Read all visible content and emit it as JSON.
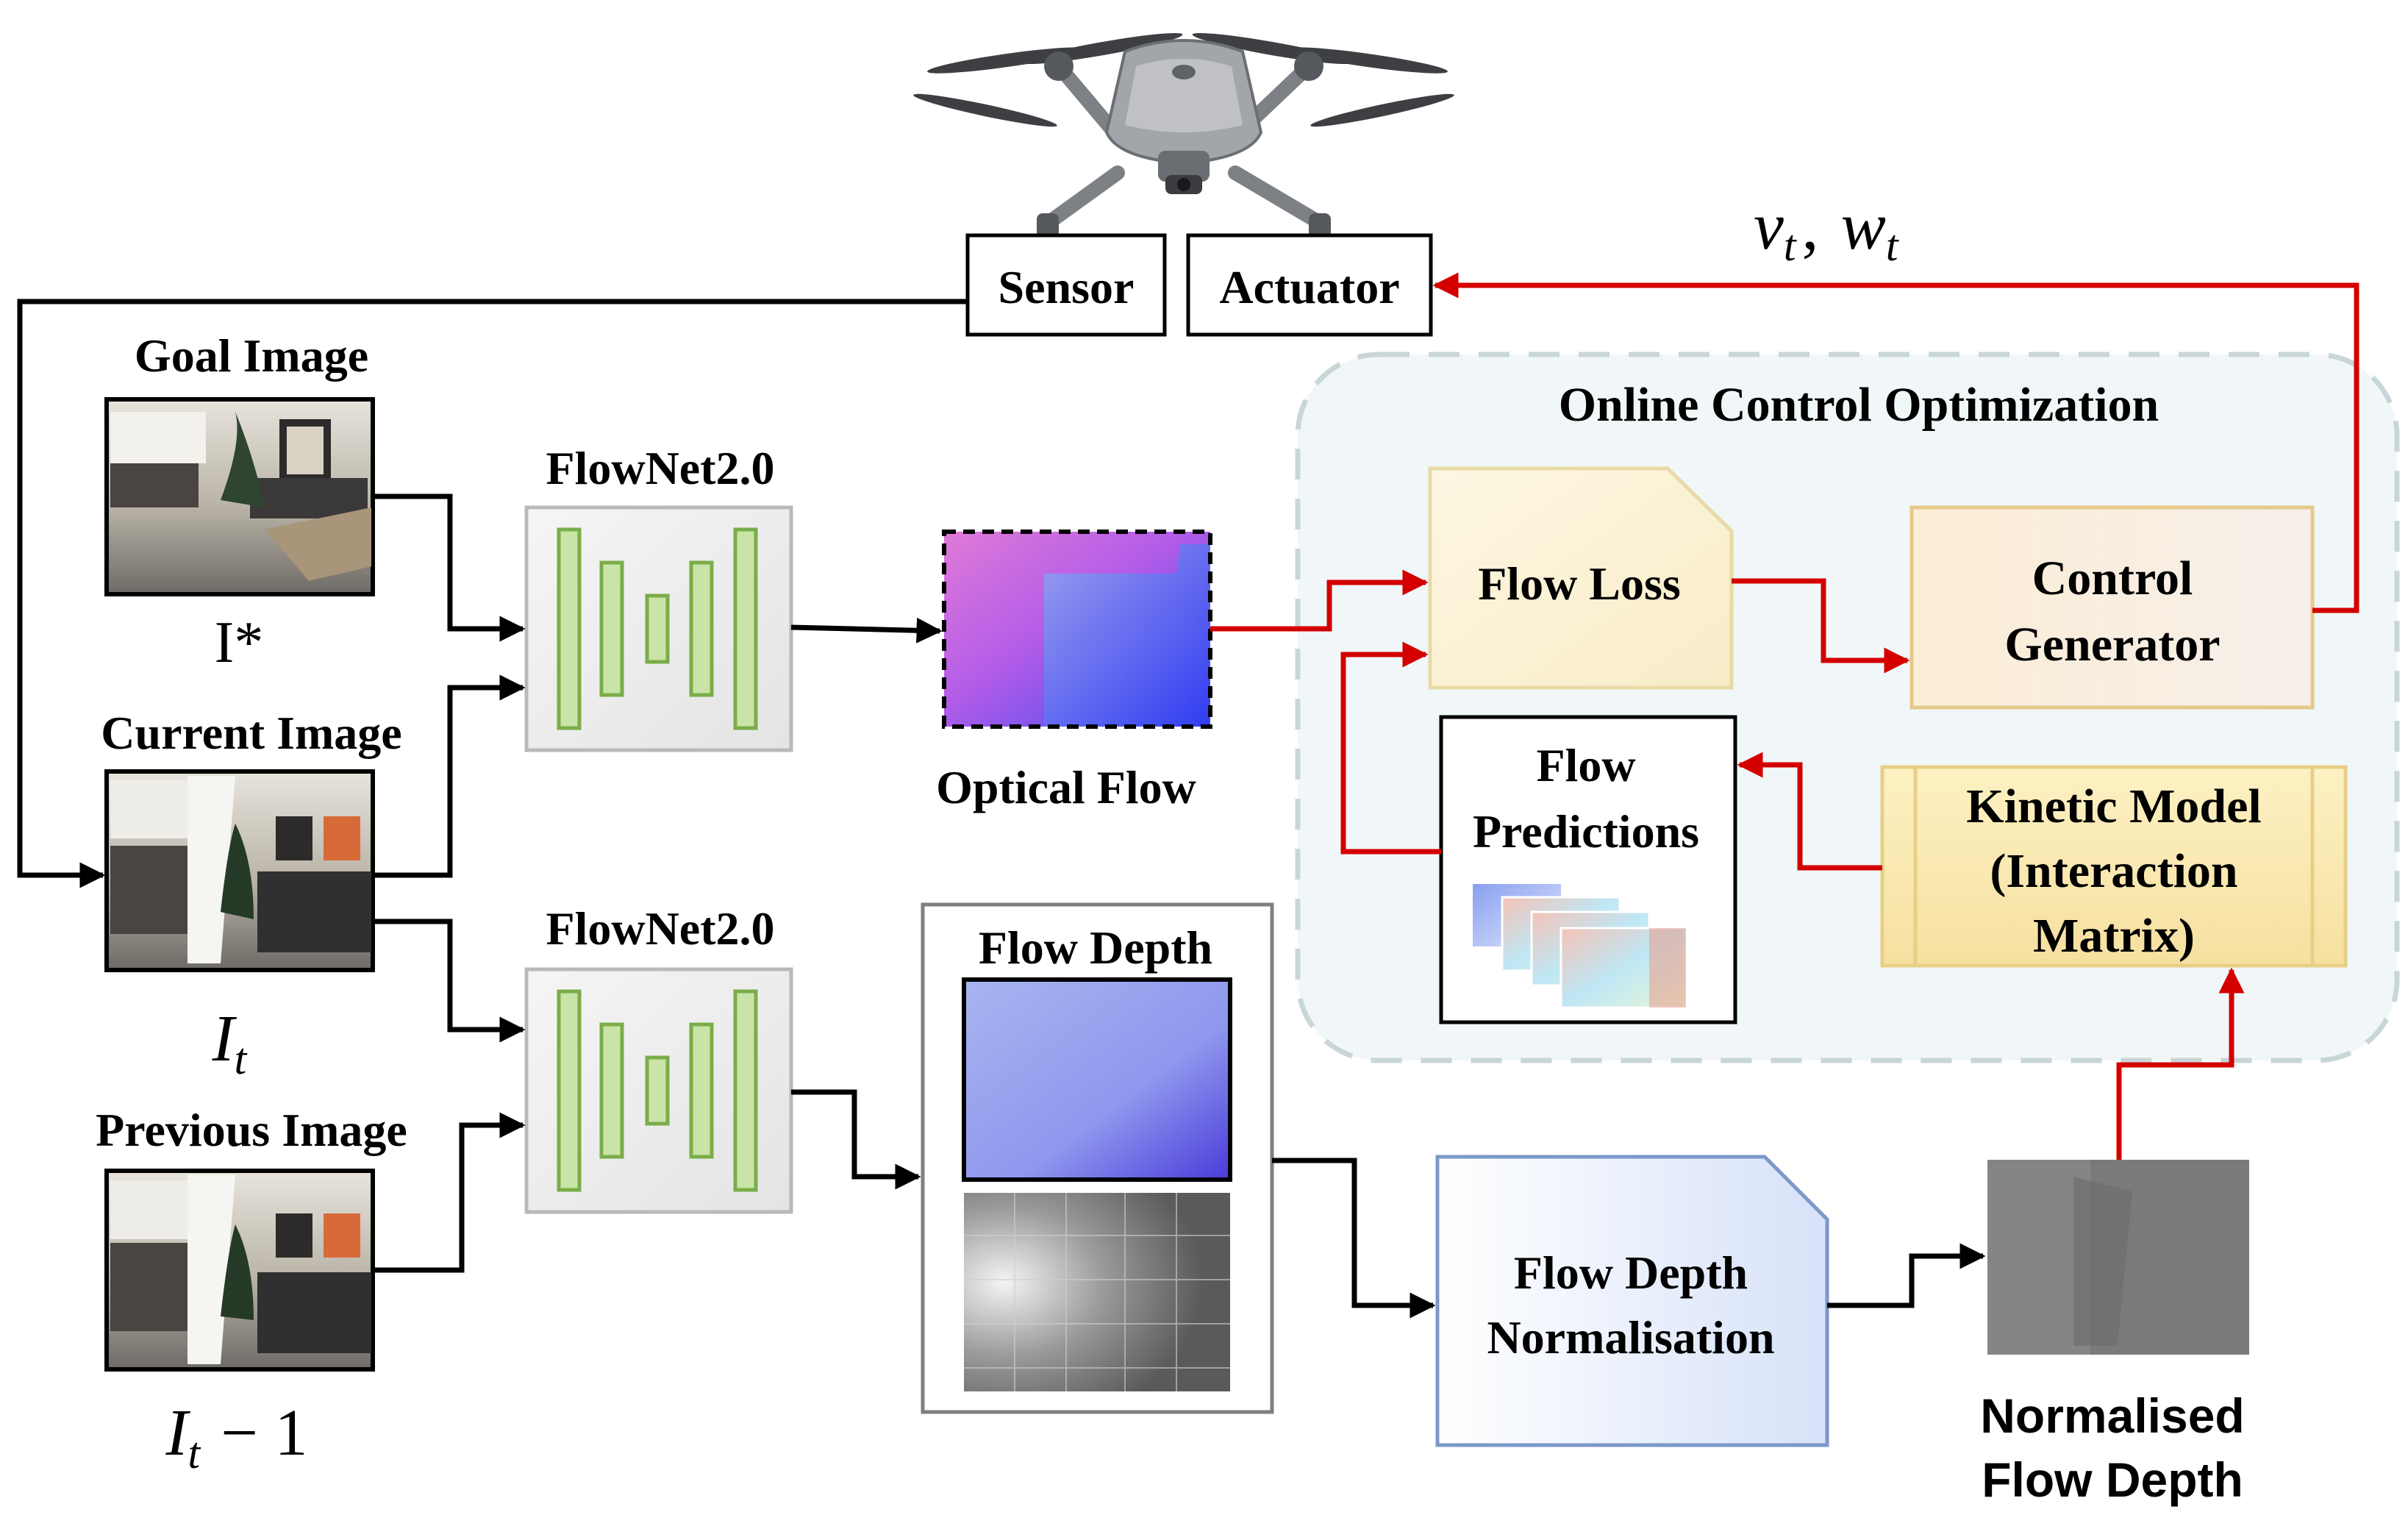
{
  "drone": {
    "icon": "drone-icon"
  },
  "io": {
    "sensor": "Sensor",
    "actuator": "Actuator",
    "velocity_main1": "v",
    "velocity_sub1": "t",
    "velocity_sep": ",",
    "velocity_main2": "w",
    "velocity_sub2": "t"
  },
  "inputs": {
    "goal_title": "Goal Image",
    "goal_symbol": "I*",
    "current_title": "Current Image",
    "current_symbol_main": "I",
    "current_symbol_sub": "t",
    "previous_title": "Previous Image",
    "previous_symbol_main": "I",
    "previous_symbol_sub": "t",
    "previous_symbol_suffix": "− 1"
  },
  "networks": {
    "top_label": "FlowNet2.0",
    "bottom_label": "FlowNet2.0"
  },
  "optical_flow": {
    "label": "Optical Flow"
  },
  "flow_depth": {
    "title": "Flow Depth"
  },
  "normalisation": {
    "line1": "Flow Depth",
    "line2": "Normalisation"
  },
  "normalised_depth": {
    "line1": "Normalised",
    "line2": "Flow Depth"
  },
  "optimization": {
    "title": "Online Control Optimization",
    "flow_loss": "Flow Loss",
    "control_line1": "Control",
    "control_line2": "Generator",
    "predictions_line1": "Flow",
    "predictions_line2": "Predictions",
    "kinetic_line1": "Kinetic Model",
    "kinetic_line2": "(Interaction",
    "kinetic_line3": "Matrix)"
  },
  "colors": {
    "arrow_black": "#000000",
    "arrow_red": "#d40000",
    "net_bar_fill": "#c9e4a6",
    "net_bar_stroke": "#7aad4a",
    "net_box_fill": "#f2f2f2",
    "loss_fill": "#fbf3d9",
    "control_fill": "#f9eedd",
    "kinetic_fill": "#fbeeb8",
    "normalisation_fill": "#e3ebfa",
    "normalisation_stroke": "#7b98c9",
    "optimization_region": "#f1f7f8"
  }
}
